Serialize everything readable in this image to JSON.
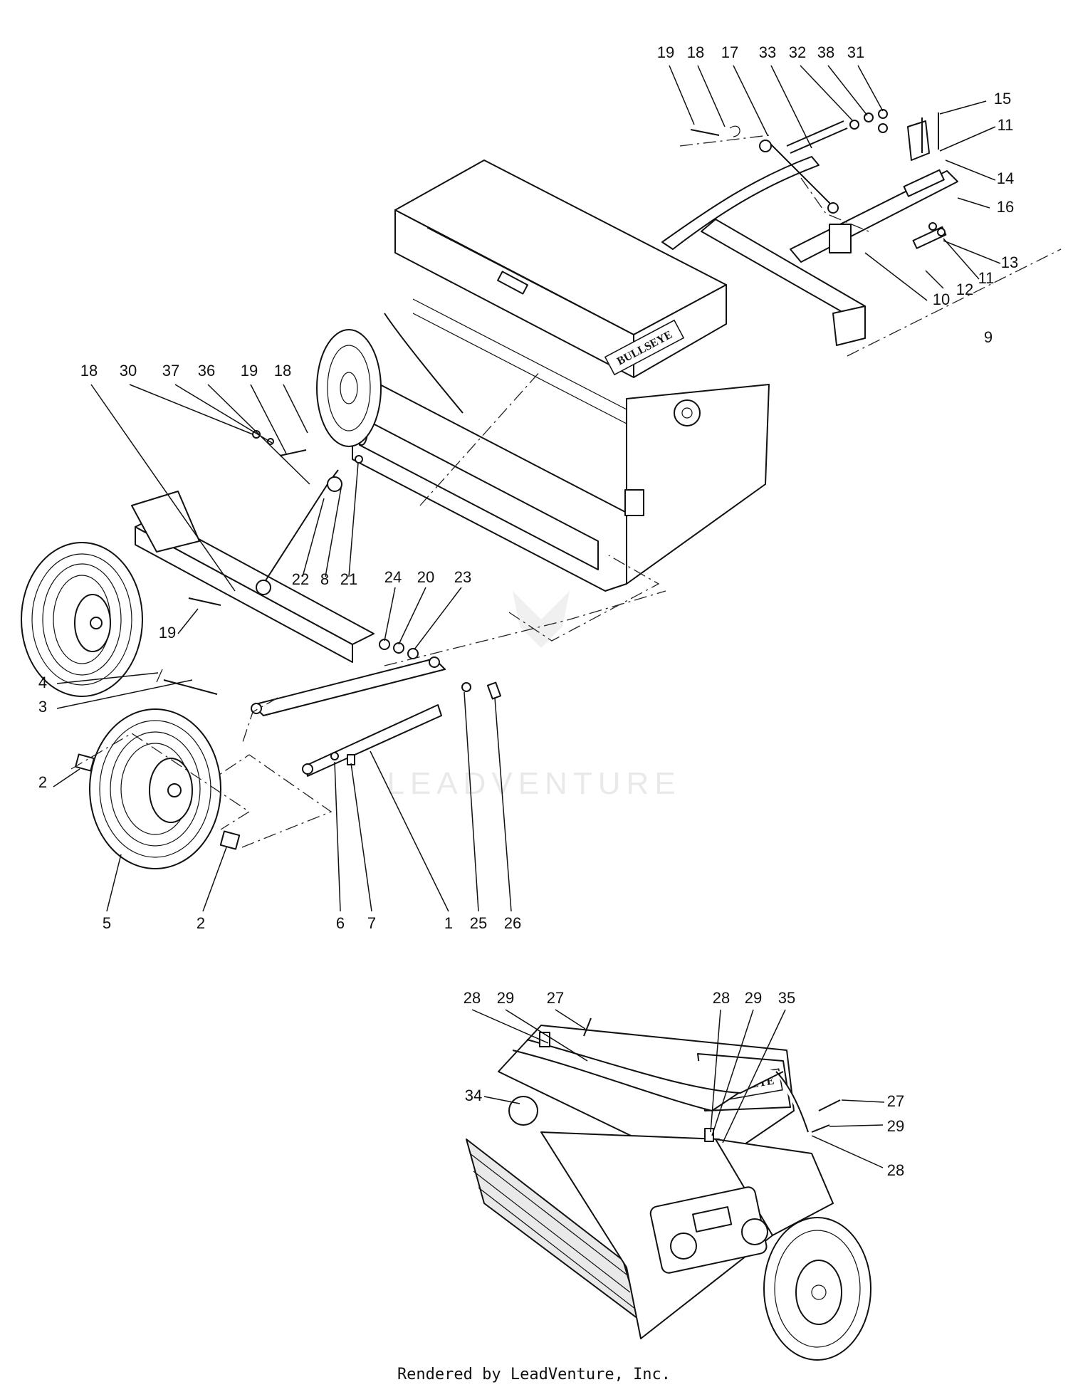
{
  "brand": {
    "decal_text": "BULLSEYE",
    "watermark_text": "LEADVENTURE"
  },
  "footer": {
    "text": "Rendered by LeadVenture, Inc."
  },
  "callouts_main": [
    {
      "id": "c19a",
      "text": "19"
    },
    {
      "id": "c18a",
      "text": "18"
    },
    {
      "id": "c17",
      "text": "17"
    },
    {
      "id": "c33",
      "text": "33"
    },
    {
      "id": "c32",
      "text": "32"
    },
    {
      "id": "c38",
      "text": "38"
    },
    {
      "id": "c31",
      "text": "31"
    },
    {
      "id": "c15",
      "text": "15"
    },
    {
      "id": "c11a",
      "text": "11"
    },
    {
      "id": "c14",
      "text": "14"
    },
    {
      "id": "c16",
      "text": "16"
    },
    {
      "id": "c13",
      "text": "13"
    },
    {
      "id": "c11b",
      "text": "11"
    },
    {
      "id": "c12",
      "text": "12"
    },
    {
      "id": "c10",
      "text": "10"
    },
    {
      "id": "c9",
      "text": "9"
    },
    {
      "id": "c18b",
      "text": "18"
    },
    {
      "id": "c30",
      "text": "30"
    },
    {
      "id": "c37",
      "text": "37"
    },
    {
      "id": "c36",
      "text": "36"
    },
    {
      "id": "c19b",
      "text": "19"
    },
    {
      "id": "c18c",
      "text": "18"
    },
    {
      "id": "c22",
      "text": "22"
    },
    {
      "id": "c8",
      "text": "8"
    },
    {
      "id": "c21",
      "text": "21"
    },
    {
      "id": "c24",
      "text": "24"
    },
    {
      "id": "c20",
      "text": "20"
    },
    {
      "id": "c23",
      "text": "23"
    },
    {
      "id": "c19c",
      "text": "19"
    },
    {
      "id": "c4",
      "text": "4"
    },
    {
      "id": "c3",
      "text": "3"
    },
    {
      "id": "c2a",
      "text": "2"
    },
    {
      "id": "c5",
      "text": "5"
    },
    {
      "id": "c2b",
      "text": "2"
    },
    {
      "id": "c6",
      "text": "6"
    },
    {
      "id": "c7",
      "text": "7"
    },
    {
      "id": "c1",
      "text": "1"
    },
    {
      "id": "c25",
      "text": "25"
    },
    {
      "id": "c26",
      "text": "26"
    }
  ],
  "callouts_inset": [
    {
      "id": "i28a",
      "text": "28"
    },
    {
      "id": "i29a",
      "text": "29"
    },
    {
      "id": "i27a",
      "text": "27"
    },
    {
      "id": "i28b",
      "text": "28"
    },
    {
      "id": "i29b",
      "text": "29"
    },
    {
      "id": "i35",
      "text": "35"
    },
    {
      "id": "i34",
      "text": "34"
    },
    {
      "id": "i27b",
      "text": "27"
    },
    {
      "id": "i29c",
      "text": "29"
    },
    {
      "id": "i28c",
      "text": "28"
    }
  ]
}
